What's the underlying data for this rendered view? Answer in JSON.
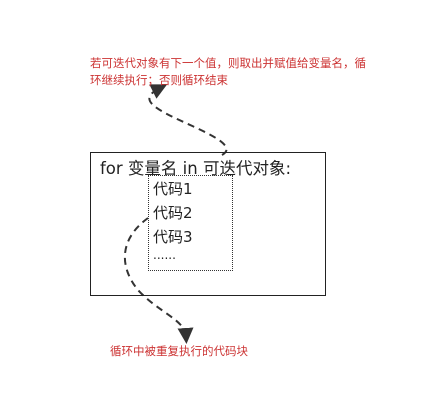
{
  "annotations": {
    "top": "若可迭代对象有下一个值，则取出并赋值给变量名，循环继续执行；否则循环结束",
    "bottom": "循环中被重复执行的代码块"
  },
  "syntax": {
    "header": "for 变量名 in 可迭代对象:",
    "lines": [
      "代码1",
      "代码2",
      "代码3",
      "......"
    ]
  }
}
